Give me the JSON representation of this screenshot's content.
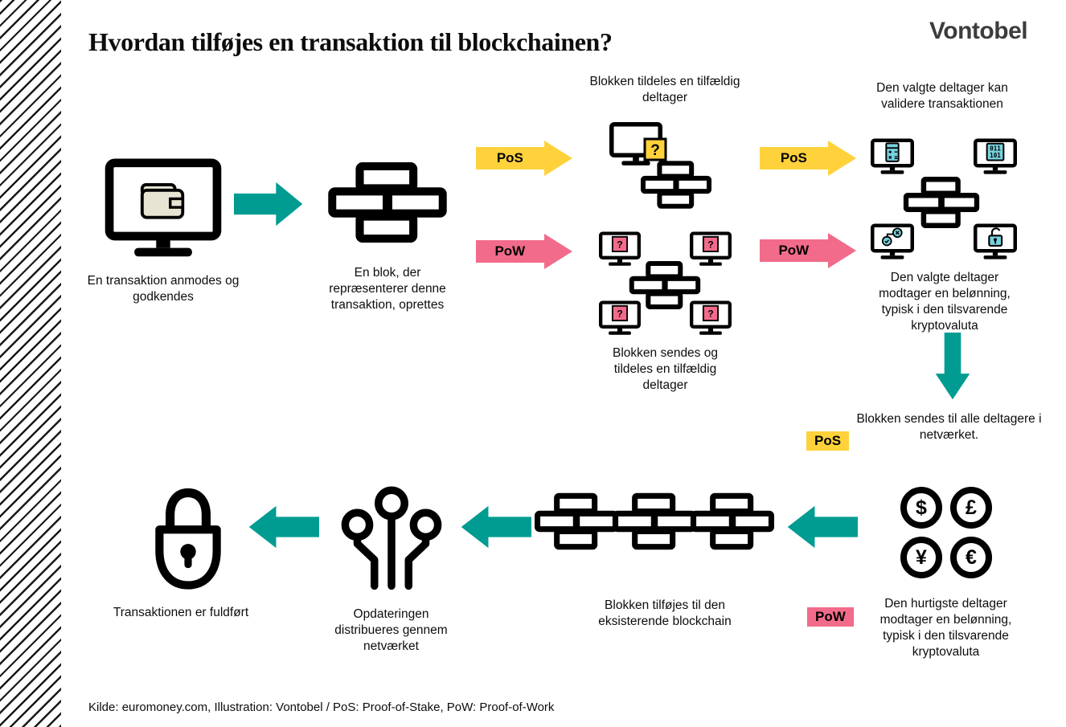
{
  "brand": "Vontobel",
  "title": "Hvordan tilføjes en transaktion til blockchainen?",
  "labels": {
    "pos": "PoS",
    "pow": "PoW"
  },
  "glyphs": {
    "question_mark": "?",
    "binary_row1": "011",
    "binary_row2": "101",
    "currencies": [
      "$",
      "£",
      "¥",
      "€"
    ]
  },
  "steps": {
    "request": "En transaktion anmodes og godkendes",
    "block_created": "En blok, der repræsenterer denne transaktion, oprettes",
    "pos_assigned": "Blokken tildeles en tilfældig deltager",
    "pow_broadcast": "Blokken sendes og tildeles en tilfældig deltager",
    "validate": "Den valgte deltager kan validere transaktionen",
    "pos_reward": "Den valgte deltager modtager en belønning, typisk i den tilsvarende kryptovaluta",
    "send_all": "Blokken sendes til alle deltagere i netværket.",
    "pow_reward": "Den hurtigste deltager modtager en belønning, typisk i den tilsvarende kryptovaluta",
    "append_chain": "Blokken tilføjes til den eksisterende blockchain",
    "distribute": "Opdateringen distribueres gennem netværket",
    "complete": "Transaktionen er fuldført"
  },
  "footer": "Kilde: euromoney.com, Illustration: Vontobel / PoS: Proof-of-Stake, PoW: Proof-of-Work",
  "colors": {
    "teal": "#009C92",
    "yellow": "#FFD23C",
    "pink": "#F26B8A",
    "icon_cyan": "#76D1DE",
    "wallet_beige": "#E8E4D3",
    "ink": "#000000",
    "logo_gray": "#3C3C3C"
  },
  "icons": {
    "wallet_monitor": "monitor-wallet-icon",
    "block": "block-icon",
    "question_monitor": "question-monitor-icon",
    "calculator_monitor": "calculator-monitor-icon",
    "binary_monitor": "binary-monitor-icon",
    "workflow_monitor": "workflow-monitor-icon",
    "unlock_monitor": "unlocked-monitor-icon",
    "currency_coins": "currency-coins-icon",
    "blockchain": "blockchain-icon",
    "network": "network-icon",
    "padlock": "padlock-icon",
    "flow_arrow": "arrow-icon"
  }
}
